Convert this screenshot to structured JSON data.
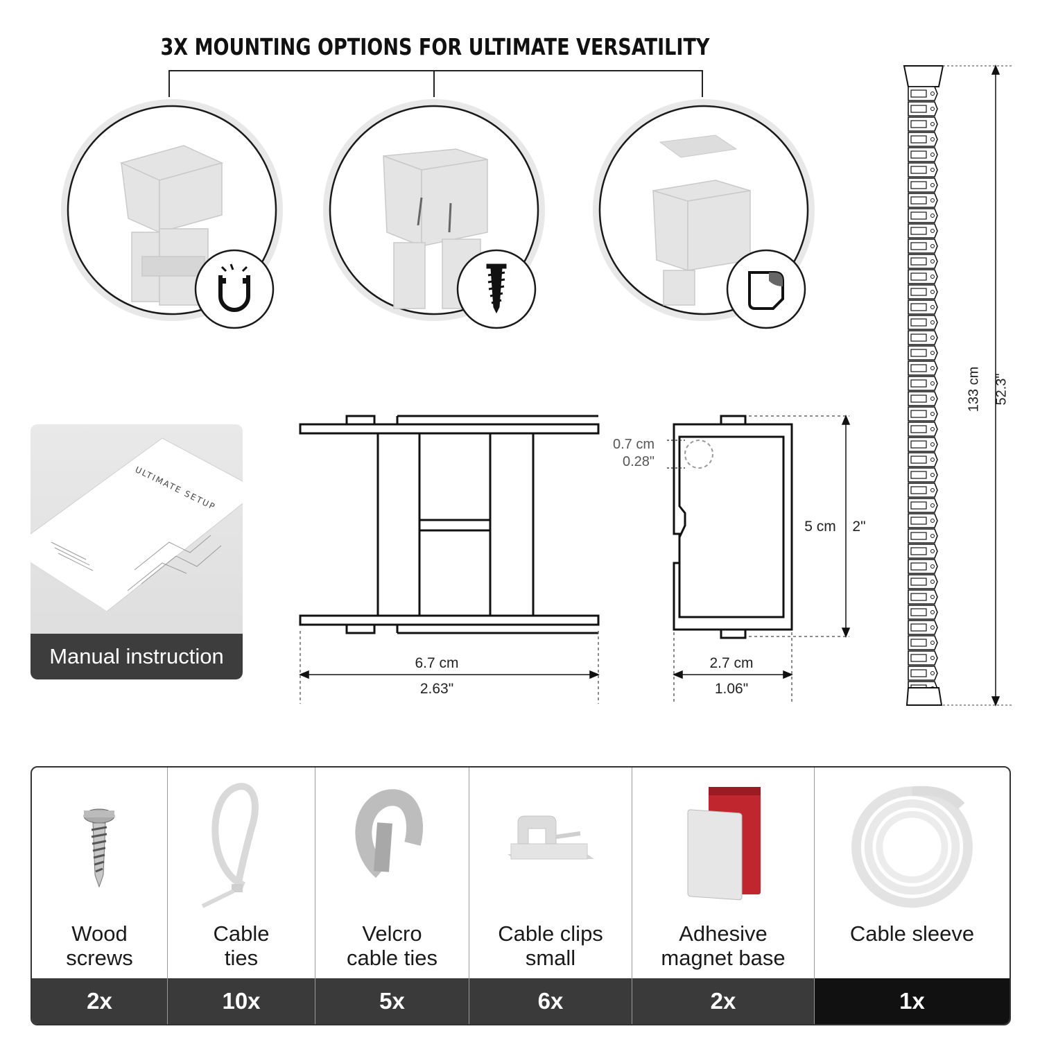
{
  "headline": "3X MOUNTING OPTIONS FOR ULTIMATE VERSATILITY",
  "mounting_options": [
    {
      "icon": "magnet-icon"
    },
    {
      "icon": "screw-icon"
    },
    {
      "icon": "adhesive-pad-icon"
    }
  ],
  "manual": {
    "label": "Manual instruction",
    "brand": "ULTIMATE SETUP"
  },
  "dimensions": {
    "front_width_cm": "6.7 cm",
    "front_width_in": "2.63\"",
    "side_width_cm": "2.7 cm",
    "side_width_in": "1.06\"",
    "height_cm": "5 cm",
    "height_in": "2\"",
    "hole_cm": "0.7 cm",
    "hole_in": "0.28\"",
    "spine_length_cm": "133 cm",
    "spine_length_in": "52.3\""
  },
  "items": [
    {
      "name": "Wood\nscrews",
      "qty": "2x",
      "icon": "wood-screw-icon"
    },
    {
      "name": "Cable\nties",
      "qty": "10x",
      "icon": "cable-tie-icon"
    },
    {
      "name": "Velcro\ncable ties",
      "qty": "5x",
      "icon": "velcro-tie-icon"
    },
    {
      "name": "Cable clips\nsmall",
      "qty": "6x",
      "icon": "cable-clip-icon"
    },
    {
      "name": "Adhesive\nmagnet base",
      "qty": "2x",
      "icon": "adhesive-magnet-icon"
    },
    {
      "name": "Cable sleeve",
      "qty": "1x",
      "icon": "cable-sleeve-icon"
    }
  ],
  "colors": {
    "qty_bar_dark": "#3a3a3a",
    "qty_bar_black": "#111111",
    "accent_red": "#c0262d"
  }
}
